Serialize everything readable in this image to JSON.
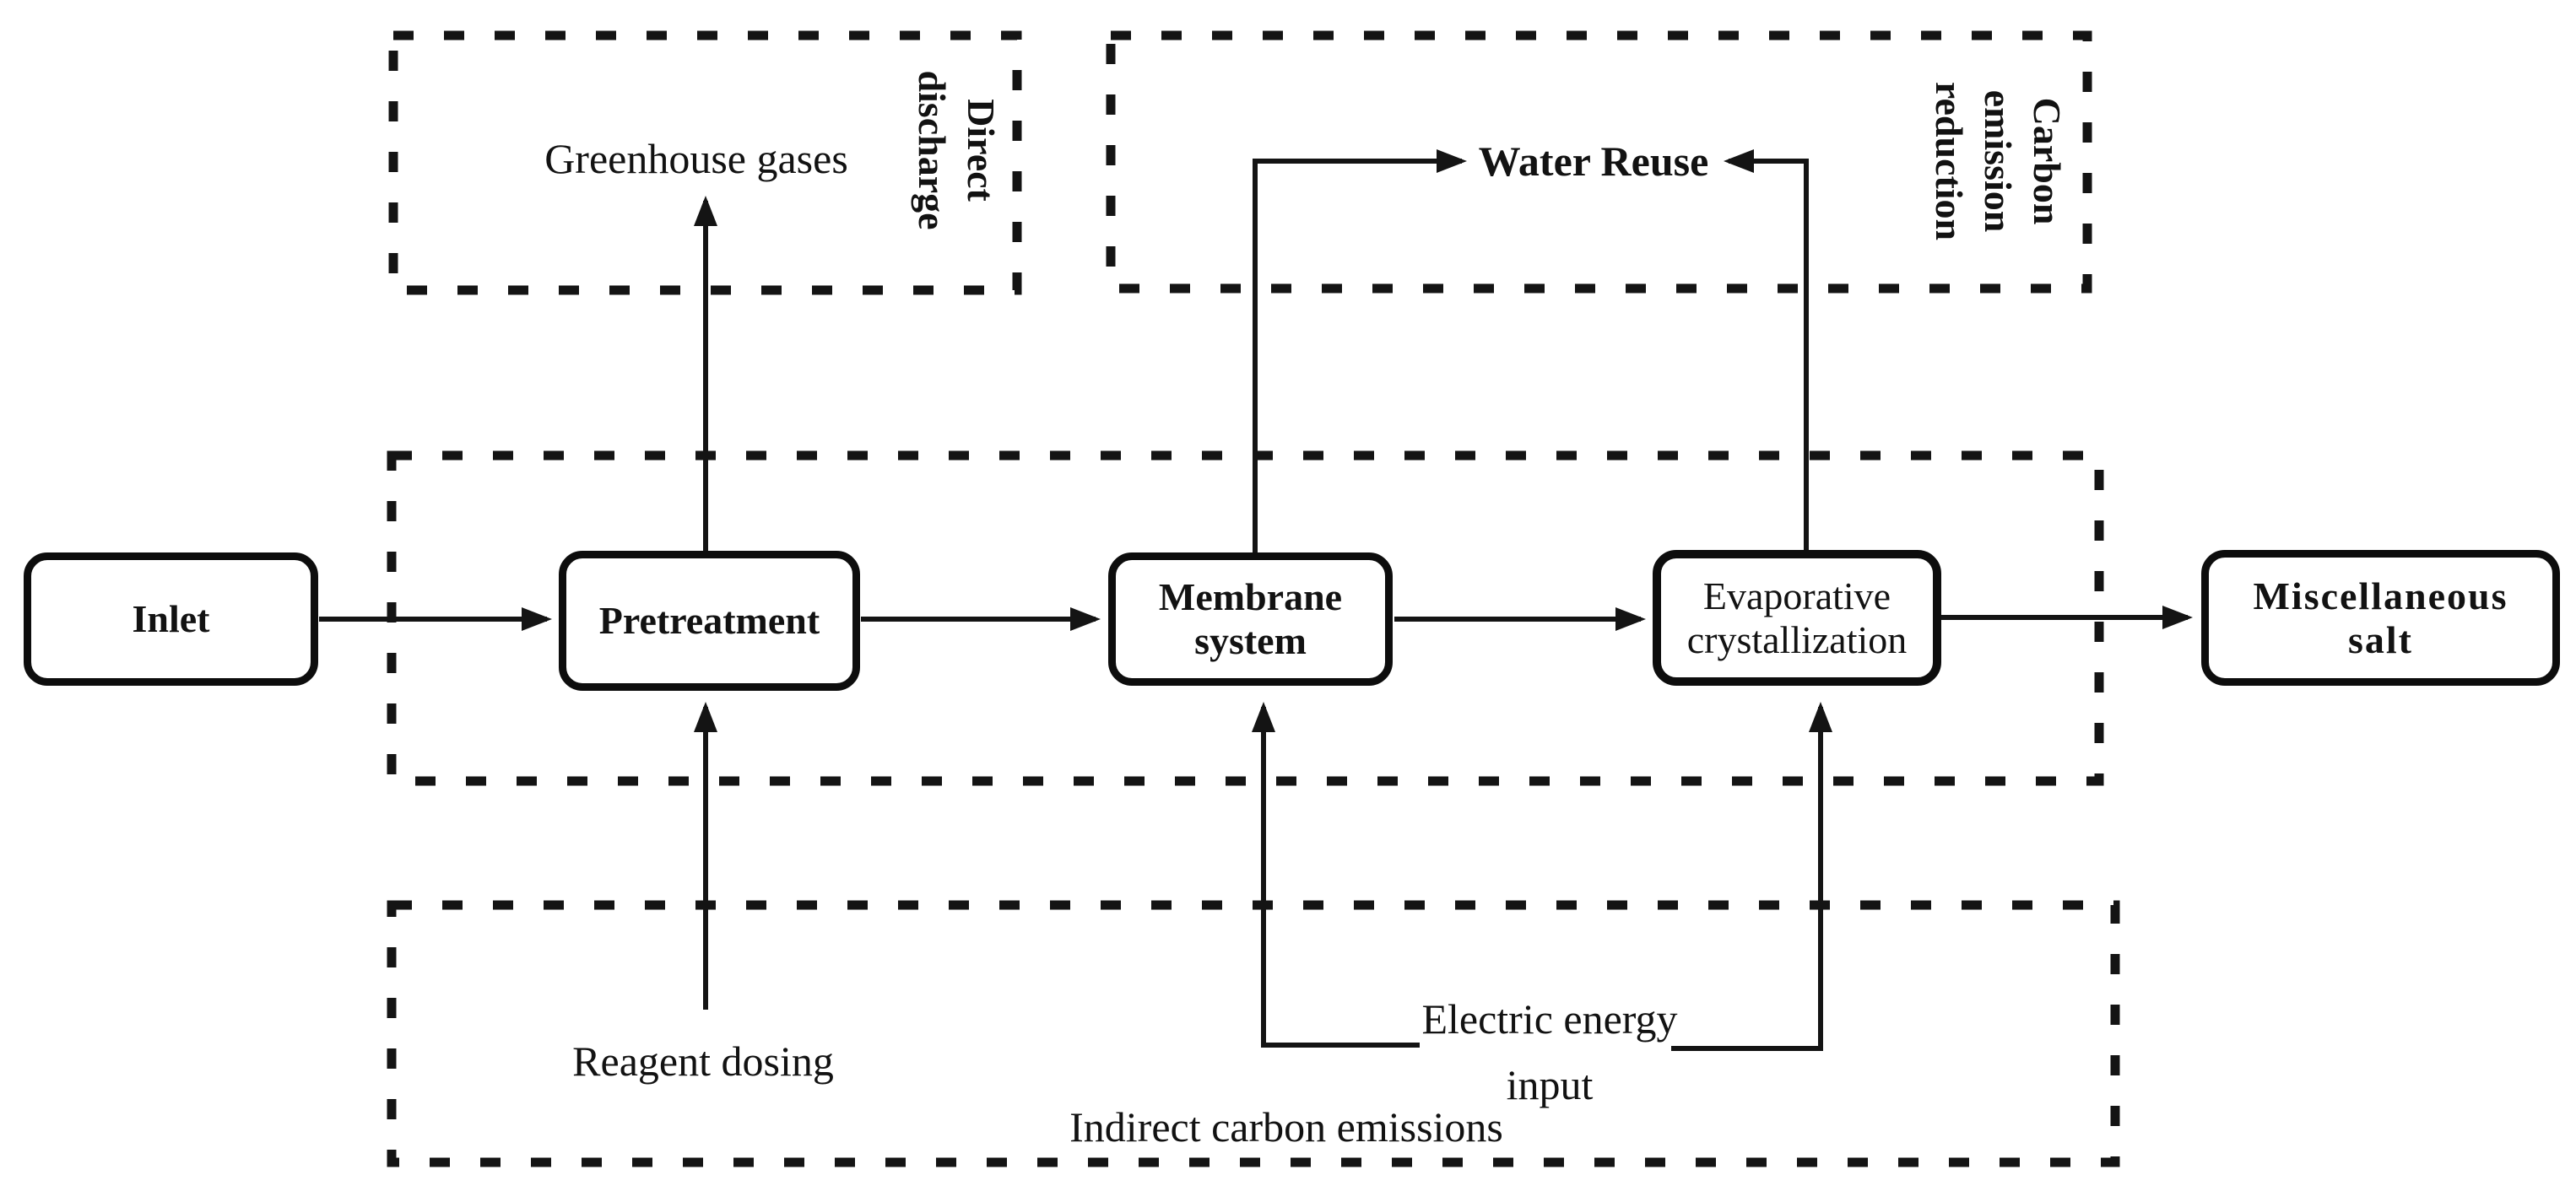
{
  "colors": {
    "ink": "#141414",
    "paper": "#ffffff"
  },
  "process_boxes": [
    {
      "label": "Inlet"
    },
    {
      "label": "Pretreatment"
    },
    {
      "line1": "Membrane",
      "line2": "system"
    },
    {
      "line1": "Evaporative",
      "line2": "crystallization"
    },
    {
      "line1": "Miscellaneous",
      "line2": "salt"
    }
  ],
  "zone_labels": {
    "direct_discharge": {
      "line1": "Direct",
      "line2": "discharge"
    },
    "carbon_emission_reduction": {
      "line1": "Carbon",
      "line2": "emission",
      "line3": "reduction"
    },
    "indirect_carbon_emissions": "Indirect carbon emissions"
  },
  "stream_labels": {
    "greenhouse_gases": "Greenhouse gases",
    "water_reuse": "Water Reuse",
    "reagent_dosing": "Reagent dosing",
    "electric_energy": {
      "line1": "Electric energy",
      "line2": "input"
    }
  }
}
